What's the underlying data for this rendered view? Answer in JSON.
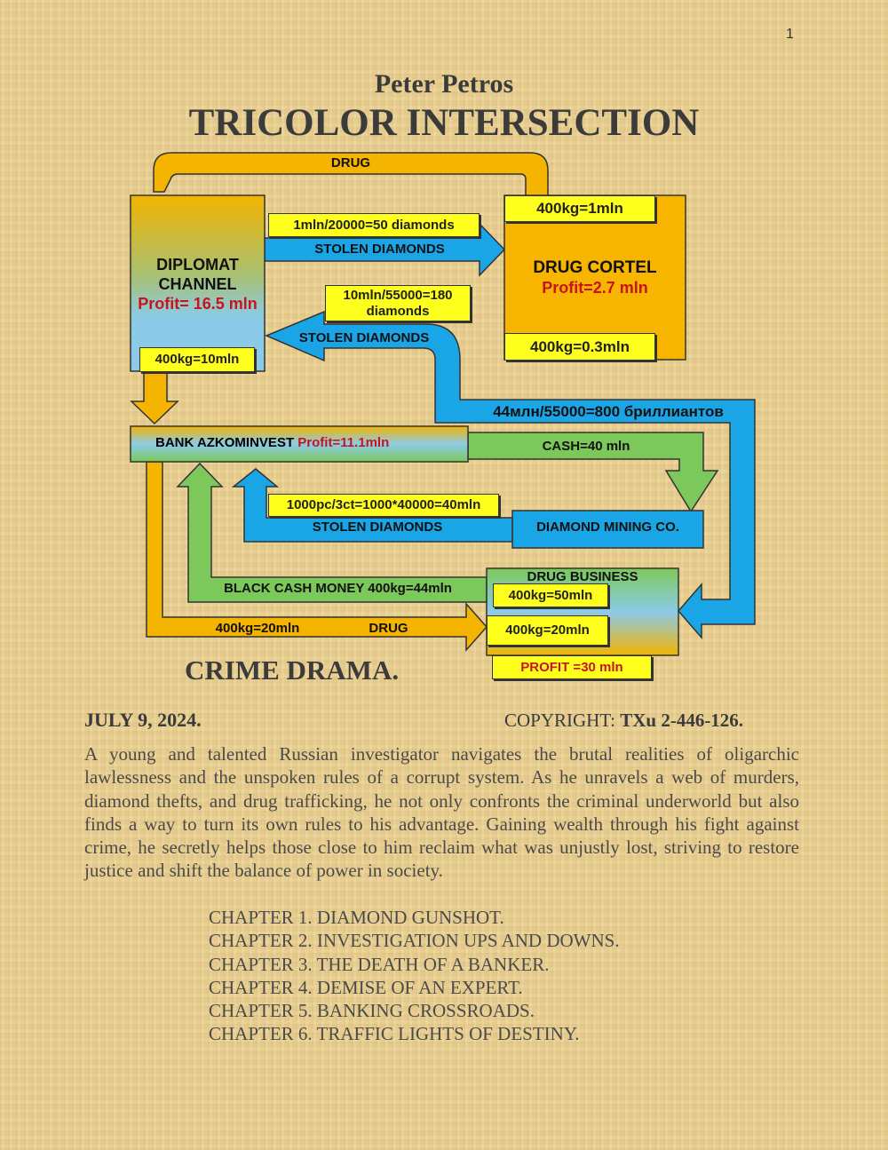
{
  "page_number": "1",
  "author": "Peter Petros",
  "title": "TRICOLOR INTERSECTION",
  "diagram": {
    "top_arrow_label": "DRUG",
    "diplomat": {
      "name_line1": "DIPLOMAT",
      "name_line2": "CHANNEL",
      "profit": "Profit= 16.5 mln",
      "price": "400kg=10mln"
    },
    "label_50_diamonds": "1mln/20000=50 diamonds",
    "stolen_diamonds_1": "STOLEN DIAMONDS",
    "drug_cortel": {
      "name": "DRUG CORTEL",
      "profit": "Profit=2.7 mln",
      "price_top": "400kg=1mln",
      "price_bottom": "400kg=0.3mln"
    },
    "label_180_diamonds": "10mln/55000=180 diamonds",
    "stolen_diamonds_2": "STOLEN DIAMONDS",
    "label_800_diamonds": "44млн/55000=800 бриллиантов",
    "bank": {
      "name": "BANK AZKOMINVEST",
      "profit": "Profit=11.1mln"
    },
    "cash_label": "CASH=40 mln",
    "label_1000pc": "1000pc/3ct=1000*40000=40mln",
    "stolen_diamonds_3": "STOLEN DIAMONDS",
    "mining": "DIAMOND MINING CO.",
    "black_cash": "BLACK CASH MONEY 400kg=44mln",
    "drug_business": {
      "name": "DRUG BUSINESS",
      "price_1": "400kg=50mln",
      "price_2": "400kg=20mln",
      "profit": "PROFIT =30 mln"
    },
    "bottom_drug_price": "400kg=20mln",
    "bottom_drug_label": "DRUG"
  },
  "genre": "CRIME DRAMA.",
  "date": "JULY 9, 2024.",
  "copyright_label": "COPYRIGHT:",
  "copyright_number": "TXu 2-446-126.",
  "synopsis": "A young and talented Russian investigator navigates the brutal realities of oligarchic lawlessness and the unspoken rules of a corrupt system. As he unravels a web of murders, diamond thefts, and drug trafficking, he not only confronts the criminal underworld but also finds a way to turn its own rules to his advantage. Gaining wealth through his fight against crime, he secretly helps those close to him reclaim what was unjustly lost, striving to restore justice and shift the balance of power in society.",
  "chapters": [
    "CHAPTER 1. DIAMOND GUNSHOT.",
    "CHAPTER 2. INVESTIGATION UPS AND DOWNS.",
    "CHAPTER 3. THE DEATH OF A BANKER.",
    "CHAPTER 4. DEMISE OF AN EXPERT.",
    "CHAPTER 5. BANKING CROSSROADS.",
    "CHAPTER 6. TRAFFIC LIGHTS OF DESTINY."
  ],
  "colors": {
    "orange": "#f5b400",
    "blue": "#1aa6e6",
    "green": "#7cc85a",
    "yellow": "#ffff1e",
    "red": "#c8141e"
  }
}
